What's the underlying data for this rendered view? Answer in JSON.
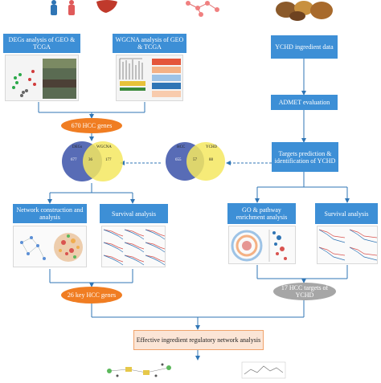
{
  "colors": {
    "box_blue": "#3d8fd6",
    "oval_orange": "#f07d22",
    "oval_gray": "#a6a6a6",
    "final_box_fill": "#fbe5d6",
    "final_box_border": "#f0a36b",
    "connector_blue": "#2f75b5",
    "venn_blue": "#4a5fb0",
    "venn_yellow": "#f4e860"
  },
  "boxes": {
    "degs": "DEGs analysis of GEO & TCGA",
    "wgcna": "WGCNA analysis of GEO & TCGA",
    "ychd_ingredient": "YCHD ingredient data",
    "admet": "ADMET evaluation",
    "targets": "Targets prediction & identification of YCHD",
    "network": "Network construction and analysis",
    "survival_left": "Survival analysis",
    "go_pathway": "GO & pathway enrichment analysis",
    "survival_right": "Survival analysis",
    "final": "Effective ingredient regulatory network analysis"
  },
  "ovals": {
    "hcc_genes": "670 HCC genes",
    "key_genes": "26 key HCC genes",
    "hcc_targets": "17 HCC targets of YCHD"
  },
  "venn_left": {
    "set_a": "DEGs",
    "set_b": "WGCNA",
    "only_a": "677",
    "overlap": "36",
    "only_b": "177"
  },
  "venn_right": {
    "set_a": "HCC",
    "set_b": "YCHD",
    "only_a": "655",
    "overlap": "57",
    "only_b": "88"
  },
  "icons": [
    "human-body-icon",
    "liver-organ-icon",
    "molecule-network-icon",
    "herbal-slices-icon"
  ]
}
